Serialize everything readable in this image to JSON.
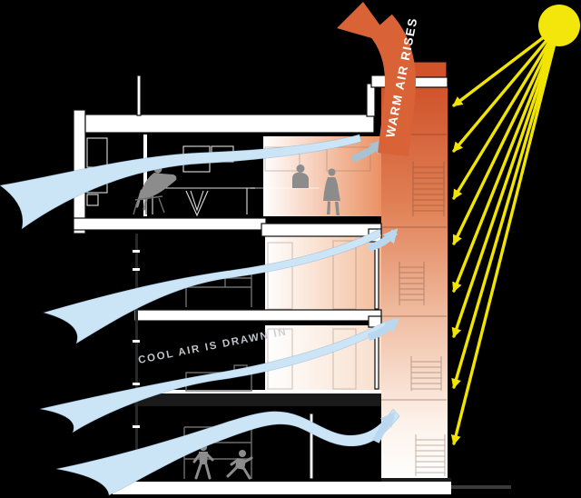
{
  "diagram": {
    "labels": {
      "warm": "WARM AIR RISES",
      "cool": "COOL AIR IS DRAWN IN"
    },
    "colors": {
      "background": "#000000",
      "sun": "#F2E60A",
      "ray": "#F0E400",
      "chimney_top": "#D0532B",
      "chimney_mid": "#E08055",
      "chimney_base": "#FFFFFF",
      "warm_arrow": "#D96237",
      "ribbon": "#CBE5F7",
      "cool_arrow": "#B9D8EF",
      "cool_arrow_top": "#A9C2D2",
      "structure": "#FFFFFF",
      "silhouette": "#8C8C8C",
      "furniture_dark_room": "#DFDFDF",
      "furniture_gray": "#6E6E6E",
      "label_warm": "#FFFFFF",
      "label_cool": "#C9CED3",
      "room4_end": "#EB9163",
      "room3_end": "#F3BD9B",
      "room2_end": "#F8DFCD",
      "ground_shadow": "#3A3A3A"
    },
    "counts": {
      "sun_rays": 8,
      "cool_air_ribbons": 4,
      "cool_air_arrows": 4,
      "floors": 4
    }
  }
}
